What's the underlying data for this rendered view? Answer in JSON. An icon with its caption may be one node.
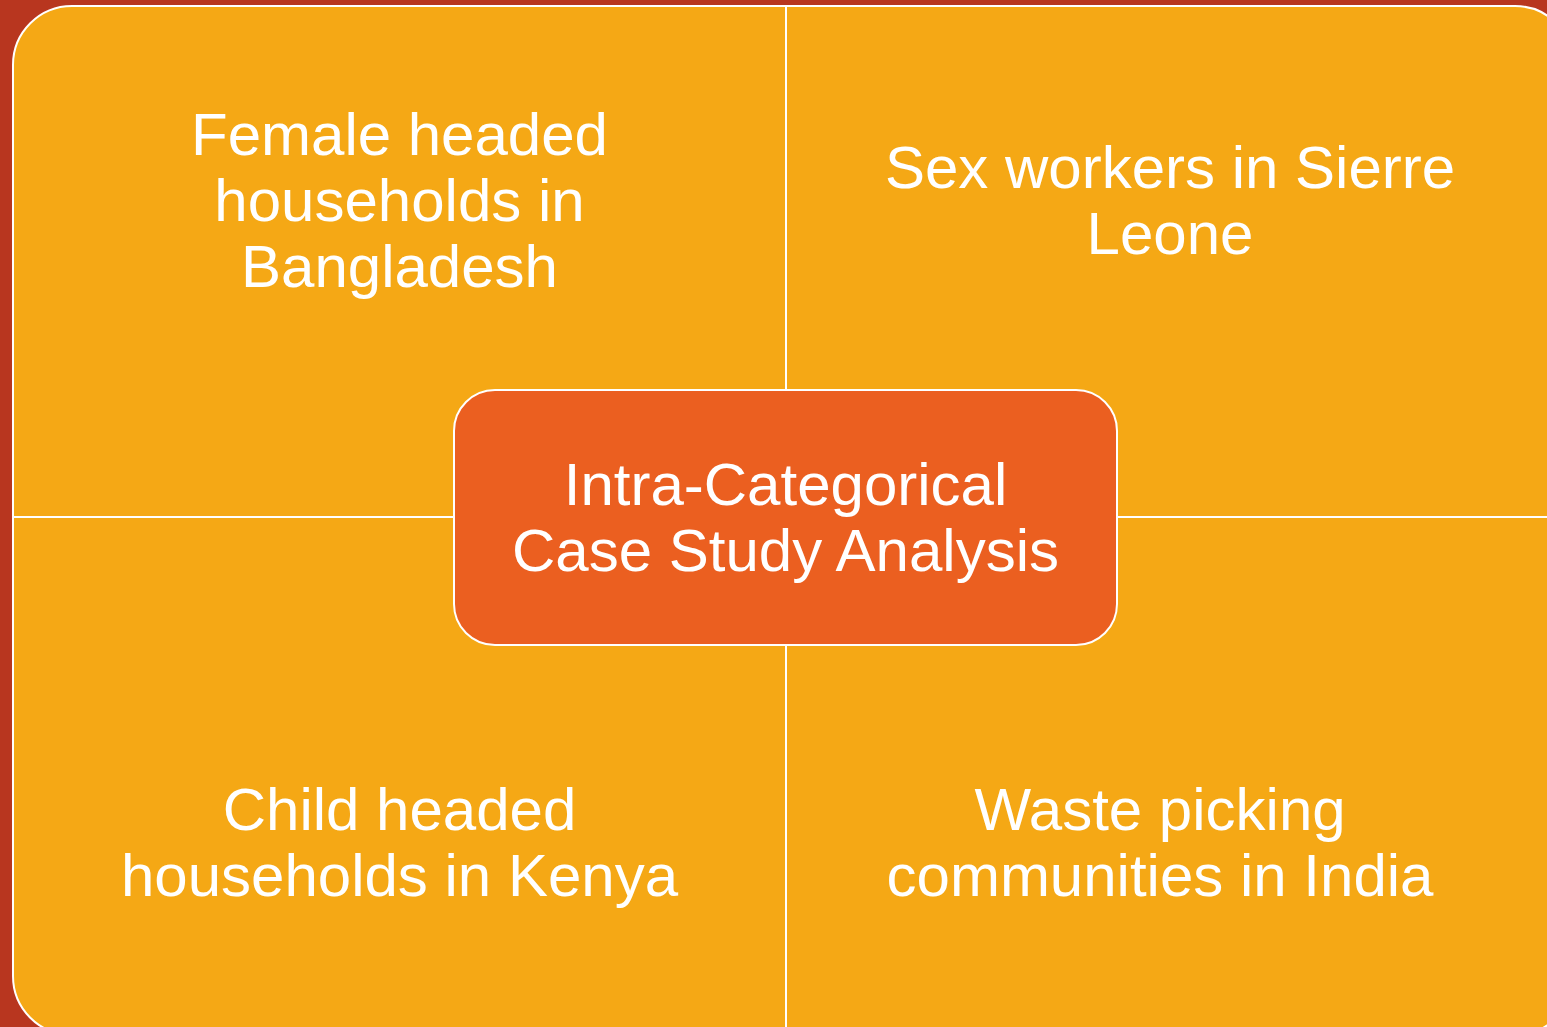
{
  "diagram": {
    "nodes": [
      {
        "text": [
          "Female headed households in Bangladesh"
        ]
      },
      {
        "text": [
          "Sex workers in Sierre Leone"
        ]
      },
      {
        "text": [
          "Intra-Categorical Case Study Analysis"
        ]
      },
      {
        "text": [
          "Child headed households in Kenya"
        ]
      },
      {
        "text": [
          "Waste picking communities in India"
        ]
      }
    ]
  }
}
